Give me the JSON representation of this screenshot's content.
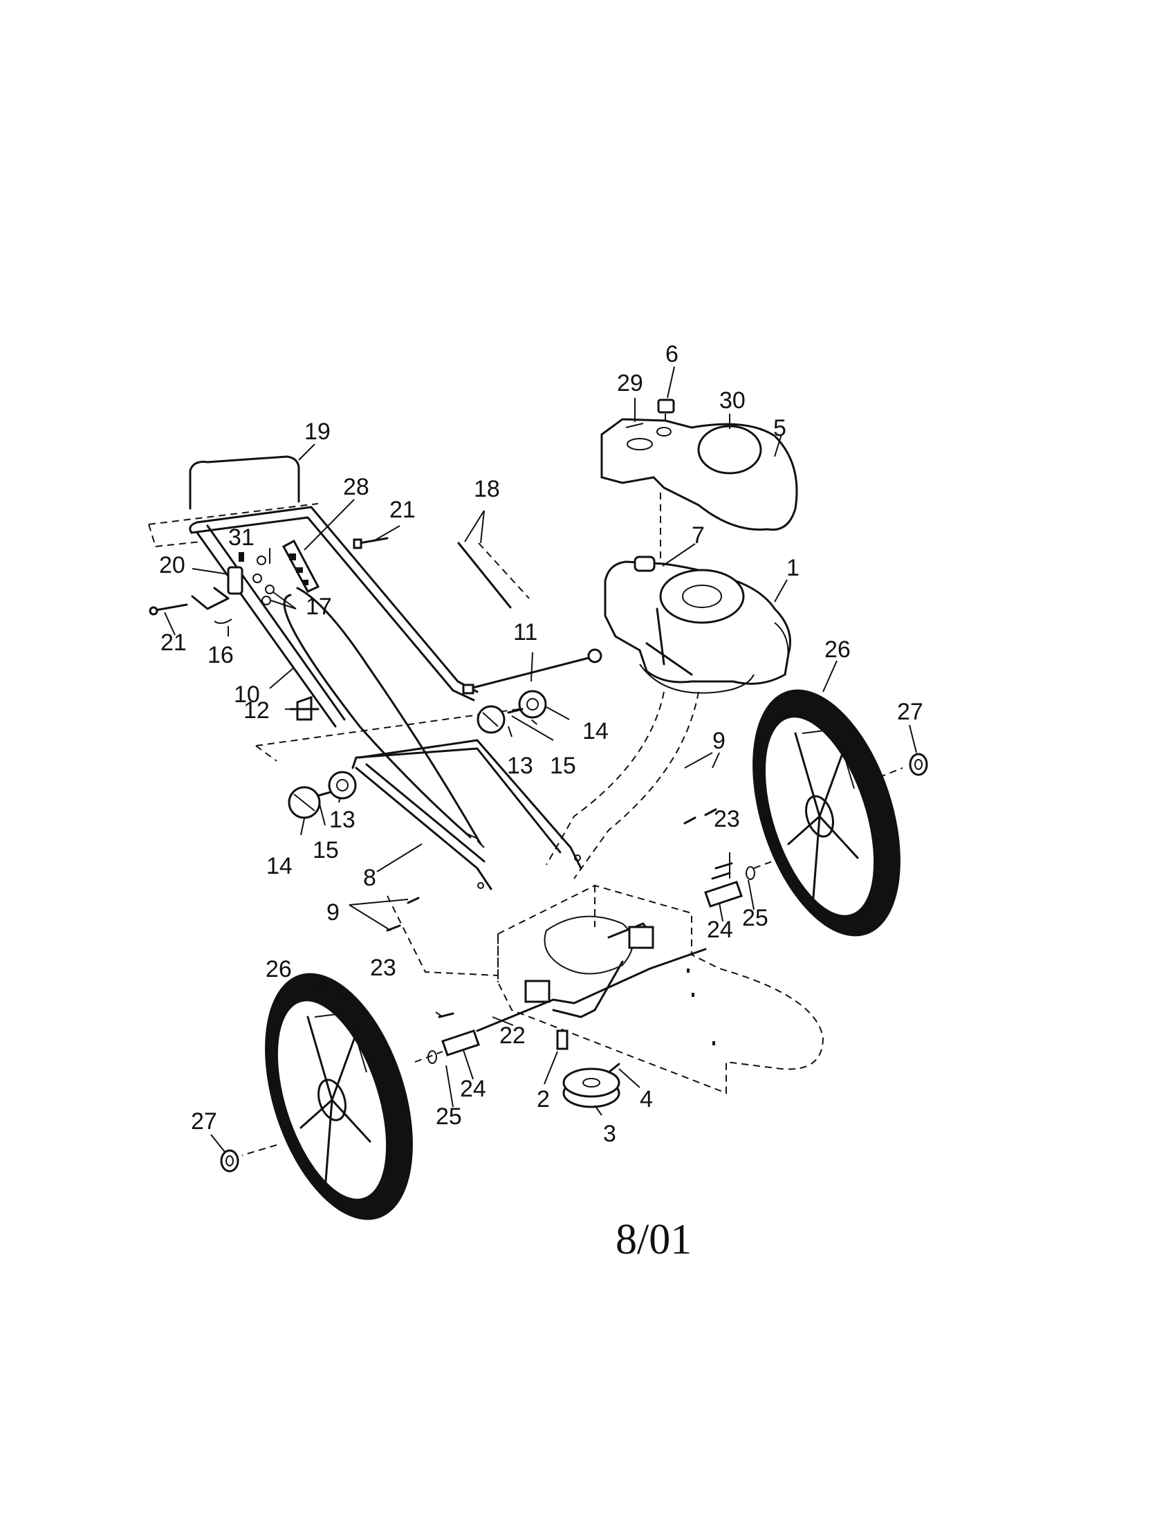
{
  "diagram": {
    "callouts": [
      {
        "key": "c1",
        "text": "1"
      },
      {
        "key": "c2",
        "text": "2"
      },
      {
        "key": "c3",
        "text": "3"
      },
      {
        "key": "c4",
        "text": "4"
      },
      {
        "key": "c5",
        "text": "5"
      },
      {
        "key": "c6",
        "text": "6"
      },
      {
        "key": "c7",
        "text": "7"
      },
      {
        "key": "c8",
        "text": "8"
      },
      {
        "key": "c9a",
        "text": "9"
      },
      {
        "key": "c9b",
        "text": "9"
      },
      {
        "key": "c10",
        "text": "10"
      },
      {
        "key": "c11",
        "text": "11"
      },
      {
        "key": "c12",
        "text": "12"
      },
      {
        "key": "c13a",
        "text": "13"
      },
      {
        "key": "c13b",
        "text": "13"
      },
      {
        "key": "c14a",
        "text": "14"
      },
      {
        "key": "c14b",
        "text": "14"
      },
      {
        "key": "c15a",
        "text": "15"
      },
      {
        "key": "c15b",
        "text": "15"
      },
      {
        "key": "c16",
        "text": "16"
      },
      {
        "key": "c17",
        "text": "17"
      },
      {
        "key": "c18",
        "text": "18"
      },
      {
        "key": "c19",
        "text": "19"
      },
      {
        "key": "c20",
        "text": "20"
      },
      {
        "key": "c21a",
        "text": "21"
      },
      {
        "key": "c21b",
        "text": "21"
      },
      {
        "key": "c22",
        "text": "22"
      },
      {
        "key": "c23a",
        "text": "23"
      },
      {
        "key": "c23b",
        "text": "23"
      },
      {
        "key": "c24a",
        "text": "24"
      },
      {
        "key": "c24b",
        "text": "24"
      },
      {
        "key": "c25a",
        "text": "25"
      },
      {
        "key": "c25b",
        "text": "25"
      },
      {
        "key": "c26a",
        "text": "26"
      },
      {
        "key": "c26b",
        "text": "26"
      },
      {
        "key": "c27a",
        "text": "27"
      },
      {
        "key": "c27b",
        "text": "27"
      },
      {
        "key": "c28",
        "text": "28"
      },
      {
        "key": "c29",
        "text": "29"
      },
      {
        "key": "c30",
        "text": "30"
      },
      {
        "key": "c31",
        "text": "31"
      }
    ],
    "date": "8/01"
  }
}
